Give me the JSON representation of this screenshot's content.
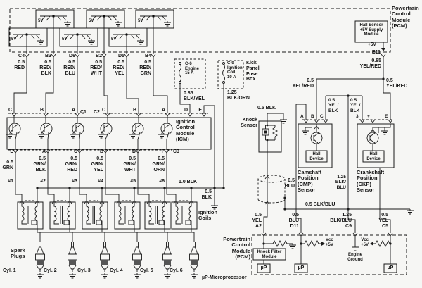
{
  "pcm_top": {
    "title": "Powertrain\nControl\nModule\n(PCM)",
    "hall_module": "Hall Sensor\n+5V Supply\nModule",
    "plus_5v": "+5V",
    "driver_label": "5V"
  },
  "connector_top": {
    "pins": [
      {
        "name": "C4",
        "wire": "0.5\nRED"
      },
      {
        "name": "B3",
        "wire": "0.5\nRED/\nBLK"
      },
      {
        "name": "D6",
        "wire": "0.5\nRED/\nBLU"
      },
      {
        "name": "B2",
        "wire": "0.5\nRED/\nWHT"
      },
      {
        "name": "D5",
        "wire": "0.5\nRED/\nYEL"
      },
      {
        "name": "B4",
        "wire": "0.5\nRED/\nGRN"
      }
    ]
  },
  "fuse_box": {
    "title": "Kick\nPanel\nFuse\nBox",
    "fuses": [
      {
        "name": "C-6\nEngine\n15 A",
        "wire": "0.85\nBLK/YEL"
      },
      {
        "name": "C-9\nIgnition\nCoil\n10 A",
        "wire": "1.25\nBLK/ORN"
      }
    ]
  },
  "icm": {
    "title": "Ignition\nControl\nModule\n(ICM)",
    "top_pins": [
      "C",
      "B",
      "A",
      "C",
      "B",
      "A",
      "D",
      "E"
    ],
    "connectors": {
      "c1": "C1",
      "c2": "C2",
      "c3": "C3"
    },
    "bottom_pins": [
      "E",
      "A",
      "C",
      "B",
      "D",
      "F"
    ]
  },
  "coil_wires": [
    {
      "wire": "0.5\nGRN",
      "num": "#1"
    },
    {
      "wire": "0.5\nGRN/\nBLK",
      "num": "#2"
    },
    {
      "wire": "0.5\nGRN/\nRED",
      "num": "#3"
    },
    {
      "wire": "0.5\nGRN/\nYEL",
      "num": "#4"
    },
    {
      "wire": "0.5\nGRN/\nWHT",
      "num": "#5"
    },
    {
      "wire": "0.5\nGRN/\nORN",
      "num": "#6"
    }
  ],
  "grounds": {
    "blk_10": "1.0 BLK",
    "blk_05": "0.5\nBLK"
  },
  "coils": {
    "label": "Ignition\nCoils"
  },
  "spark_plugs": {
    "label": "Spark\nPlugs",
    "cylinders": [
      "Cyl. 1",
      "Cyl. 2",
      "Cyl. 3",
      "Cyl. 4",
      "Cyl. 5",
      "Cyl. 6"
    ],
    "legend": "µP-Microprocessor"
  },
  "sensors": {
    "e11": "E11",
    "e11_wire": "0.85\nYEL/RED",
    "yel_red_left": "0.5\nYEL/RED",
    "yel_red_right": "0.5\nYEL/RED",
    "yel_blk_1": "0.5\nYEL/\nBLK",
    "yel_blk_2": "0.5\nYEL/\nBLK",
    "knock": {
      "label": "Knock\nSensor",
      "gnd_wire": "0.5 BLK"
    },
    "cmp": {
      "pins": [
        "A",
        "B",
        "C"
      ],
      "hall": "Hall\nDevice",
      "label": "Camshaft\nPosition\n(CMP)\nSensor",
      "wire_blkblu": "1.25\nBLK/\nBLU"
    },
    "ckp": {
      "pins": [
        "3",
        "+",
        "E"
      ],
      "hall": "Hall\nDevice",
      "label": "Crankshaft\nPosition\n(CKP)\nSensor"
    },
    "blu_wire": "0.5\nBLU",
    "rail": "0.5 BLK/BLU"
  },
  "pcm_bottom": {
    "title": "Powertrain\nControl\nModule\n(PCM)",
    "wires": [
      {
        "label": "0.5\nYEL\nA2"
      },
      {
        "label": "0.5\nBLU\nD11"
      },
      {
        "label": "1.25\nBLK/BLU\nC9"
      },
      {
        "label": "0.5\nYEL\nC5"
      }
    ],
    "knock_filter": "Knock Filter\nModule",
    "vcc1": "Vcc\n+5V",
    "vcc2": "Vcc\n+5V",
    "engine_ground": "Engine\nGround",
    "up": "µP"
  }
}
